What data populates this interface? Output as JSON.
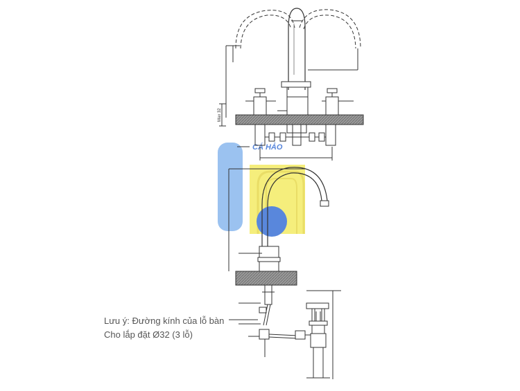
{
  "diagram": {
    "note_line1": "Lưu ý: Đường kính của lỗ bàn",
    "note_line2": "Cho lắp đặt Ø32 (3 lỗ)",
    "dimension_label": "Max 32",
    "watermark_text": "CÁ HẢO",
    "colors": {
      "line": "#333333",
      "counter_fill": "#999999",
      "watermark_blue": "#8ab8ee",
      "watermark_yellow": "#f4ec66",
      "watermark_dark_blue": "#3d73d6",
      "note_text": "#555555"
    }
  }
}
